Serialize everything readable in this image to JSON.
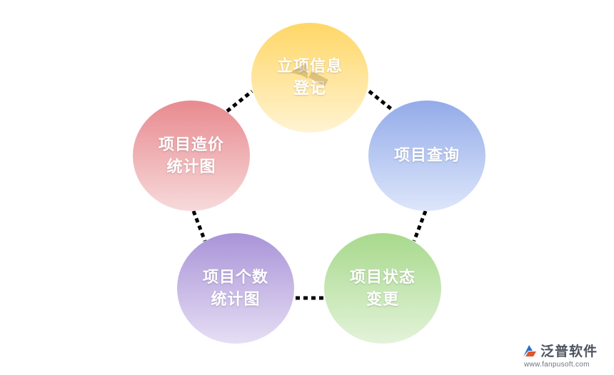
{
  "diagram": {
    "nodes": [
      {
        "id": "n1",
        "line1": "立项信息",
        "line2": "登记"
      },
      {
        "id": "n2",
        "line1": "项目查询",
        "line2": ""
      },
      {
        "id": "n3",
        "line1": "项目状态",
        "line2": "变更"
      },
      {
        "id": "n4",
        "line1": "项目个数",
        "line2": "统计图"
      },
      {
        "id": "n5",
        "line1": "项目造价",
        "line2": "统计图"
      }
    ],
    "colors": {
      "yellow": "#ffd767",
      "blue": "#93abe9",
      "green": "#a8d98c",
      "purple": "#a994d8",
      "red": "#e88a8f",
      "connector": "#000000"
    }
  },
  "brand": {
    "logo": "fanpu-logo-icon",
    "name": "泛普软件",
    "url": "www.fanpusoft.com"
  }
}
